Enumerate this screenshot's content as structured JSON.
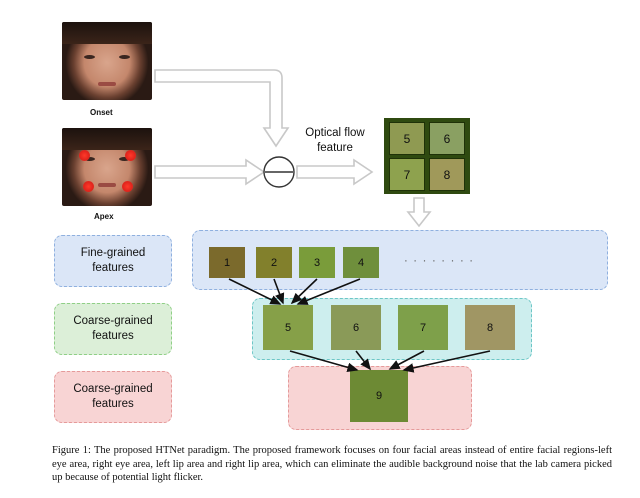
{
  "faces": {
    "onset_label": "Onset",
    "apex_label": "Apex"
  },
  "optical_flow": {
    "label_line1": "Optical flow",
    "label_line2": "feature",
    "cells": [
      "5",
      "6",
      "7",
      "8"
    ]
  },
  "levels": {
    "fine": {
      "line1": "Fine-grained",
      "line2": "features",
      "patches": [
        "1",
        "2",
        "3",
        "4"
      ],
      "ellipsis": "· · · · · · · ·"
    },
    "coarse1": {
      "line1": "Coarse-grained",
      "line2": "features",
      "patches": [
        "5",
        "6",
        "7",
        "8"
      ]
    },
    "coarse2": {
      "line1": "Coarse-grained",
      "line2": "features",
      "patches": [
        "9"
      ]
    }
  },
  "caption": "Figure 1: The proposed HTNet paradigm. The proposed framework focuses on four facial areas instead of entire facial regions-left eye area, right eye area, left lip area and right lip area, which can eliminate the audible background noise that the lab camera picked up because of potential light flicker.",
  "colors": {
    "blue_fill": "#dbe6f7",
    "blue_border": "#8fb0df",
    "green_fill": "#dcefd8",
    "green_border": "#8fcf86",
    "teal_fill": "#cdeeee",
    "teal_border": "#6cc6c6",
    "red_fill": "#f8d4d4",
    "red_border": "#e59a9a",
    "arrow_gray": "#c8c8c8"
  }
}
